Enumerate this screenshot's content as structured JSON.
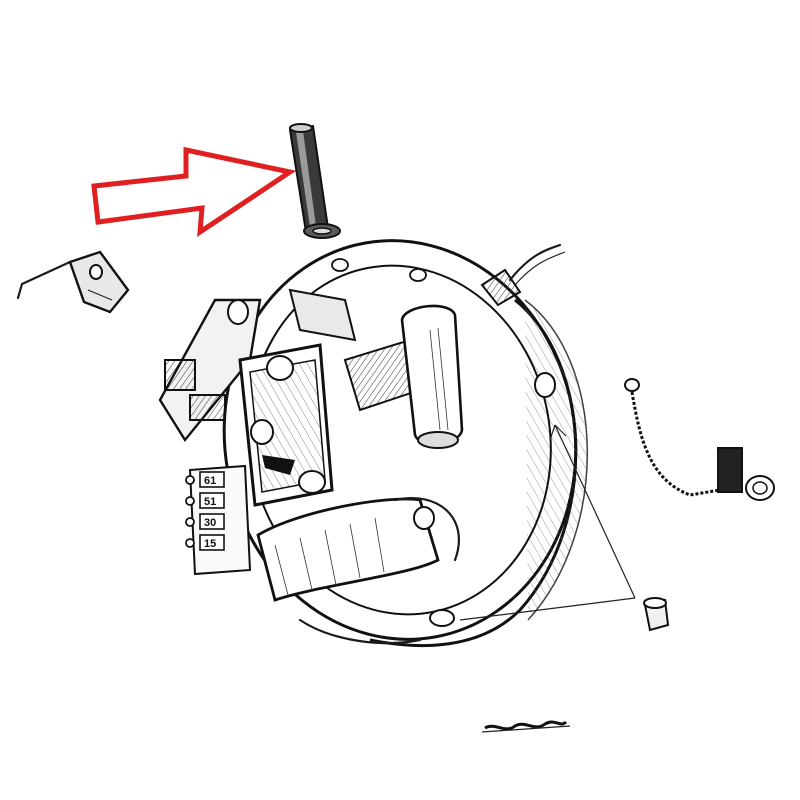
{
  "figure": {
    "background": "#ffffff",
    "accent_color": "#e02020",
    "ink_color": "#1a1a1a",
    "callout": {
      "icon": "arrow-right-outline-icon",
      "points_to": "insulating-sleeve-part"
    },
    "terminals": [
      {
        "label": "61"
      },
      {
        "label": "51"
      },
      {
        "label": "30"
      },
      {
        "label": "15"
      }
    ],
    "parts": [
      "insulating-sleeve-part",
      "cable-clip-part",
      "dynamo-end-plate",
      "regulator-points-assembly",
      "field-coil",
      "capacitor",
      "cable-with-connector",
      "bushing-part",
      "spring-part"
    ]
  }
}
